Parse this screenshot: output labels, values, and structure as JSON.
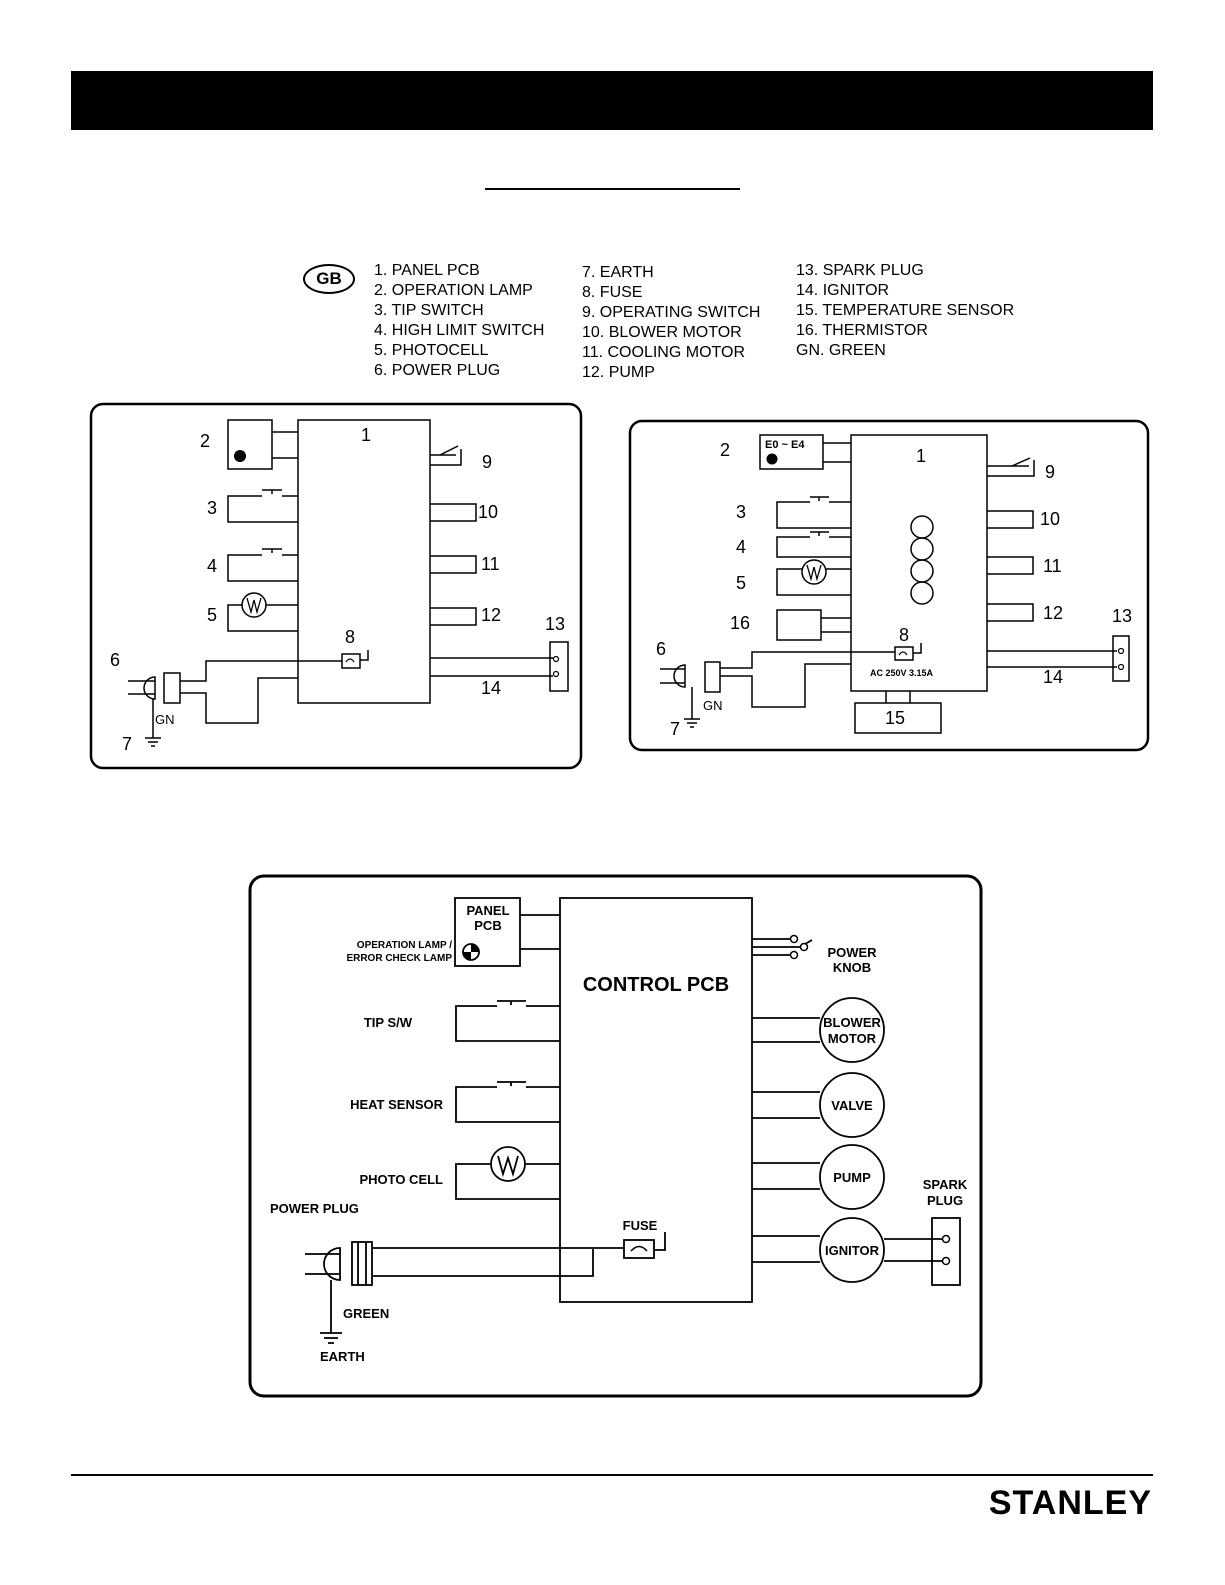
{
  "legend": {
    "badge": "GB",
    "col1": [
      "1. PANEL PCB",
      "2. OPERATION LAMP",
      "3. TIP SWITCH",
      "4. HIGH LIMIT SWITCH",
      "5. PHOTOCELL",
      "6. POWER PLUG"
    ],
    "col2": [
      "7. EARTH",
      "8. FUSE",
      "9. OPERATING SWITCH",
      "10. BLOWER MOTOR",
      "11. COOLING MOTOR",
      "12. PUMP"
    ],
    "col3": [
      "13. SPARK PLUG",
      "14. IGNITOR",
      "15. TEMPERATURE SENSOR",
      "16. THERMISTOR",
      "GN. GREEN"
    ]
  },
  "diagram_left": {
    "n1": "1",
    "n2": "2",
    "n3": "3",
    "n4": "4",
    "n5": "5",
    "n6": "6",
    "n7": "7",
    "n8": "8",
    "n9": "9",
    "n10": "10",
    "n11": "11",
    "n12": "12",
    "n13": "13",
    "n14": "14",
    "gn": "GN"
  },
  "diagram_right": {
    "n1": "1",
    "n2": "2",
    "n3": "3",
    "n4": "4",
    "n5": "5",
    "n6": "6",
    "n7": "7",
    "n8": "8",
    "n9": "9",
    "n10": "10",
    "n11": "11",
    "n12": "12",
    "n13": "13",
    "n14": "14",
    "n15": "15",
    "n16": "16",
    "gn": "GN",
    "lamp_code": "E0 ~ E4",
    "fuse_rating": "AC 250V 3.15A"
  },
  "diagram_main": {
    "panel_pcb_line1": "PANEL",
    "panel_pcb_line2": "PCB",
    "op_lamp_line1": "OPERATION LAMP /",
    "op_lamp_line2": "ERROR CHECK LAMP",
    "control_pcb": "CONTROL PCB",
    "power_knob_line1": "POWER",
    "power_knob_line2": "KNOB",
    "tip_sw": "TIP S/W",
    "heat_sensor": "HEAT SENSOR",
    "photo_cell": "PHOTO CELL",
    "power_plug": "POWER PLUG",
    "fuse": "FUSE",
    "blower_line1": "BLOWER",
    "blower_line2": "MOTOR",
    "valve": "VALVE",
    "pump": "PUMP",
    "ignitor": "IGNITOR",
    "spark_line1": "SPARK",
    "spark_line2": "PLUG",
    "green": "GREEN",
    "earth": "EARTH"
  },
  "footer": {
    "brand": "STANLEY"
  }
}
